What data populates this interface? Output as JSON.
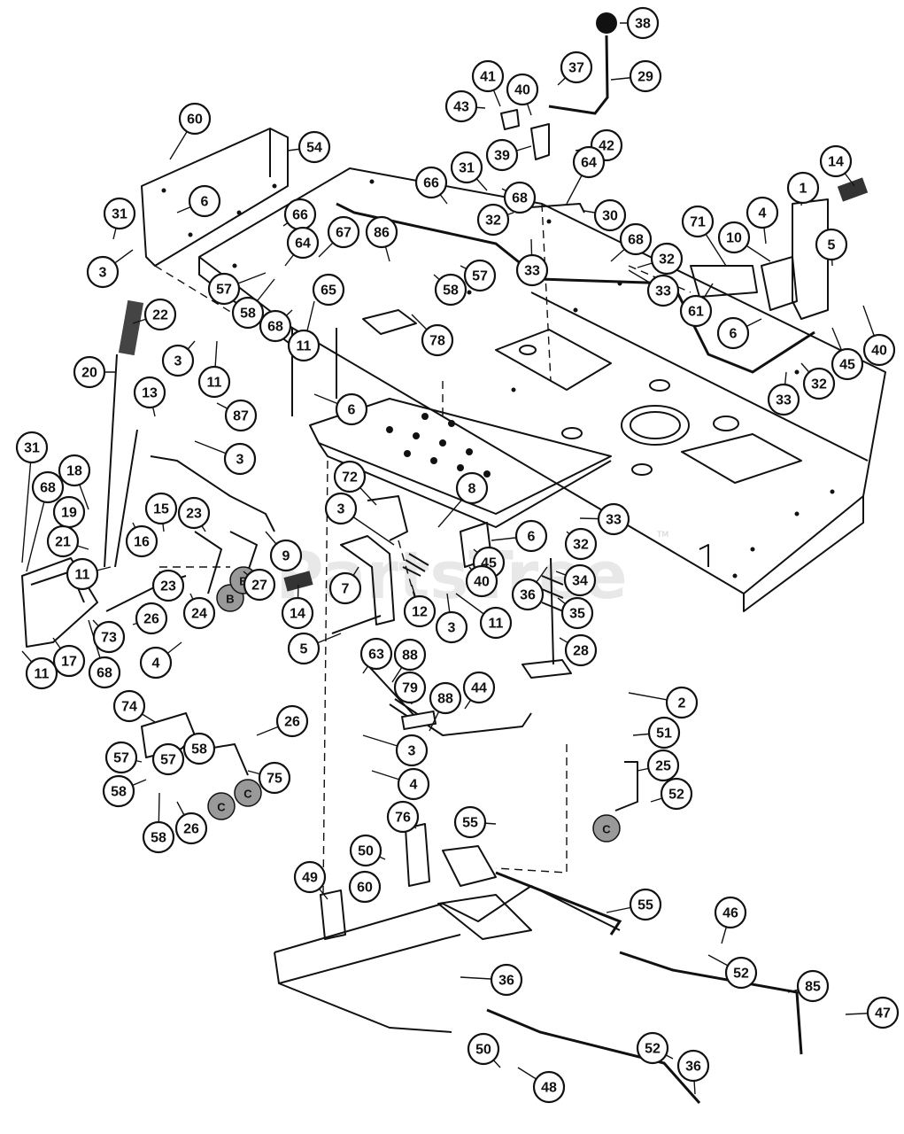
{
  "watermark": {
    "text": "PartsTree",
    "trademark": "TM"
  },
  "letter_markers": [
    "B",
    "B",
    "C",
    "C",
    "C"
  ],
  "callouts": [
    "38",
    "37",
    "29",
    "41",
    "40",
    "43",
    "39",
    "42",
    "60",
    "54",
    "6",
    "31",
    "3",
    "14",
    "1",
    "4",
    "10",
    "5",
    "64",
    "66",
    "31",
    "68",
    "30",
    "32",
    "33",
    "66",
    "64",
    "67",
    "86",
    "57",
    "57",
    "58",
    "65",
    "58",
    "68",
    "11",
    "78",
    "71",
    "61",
    "68",
    "32",
    "33",
    "6",
    "40",
    "45",
    "32",
    "33",
    "22",
    "3",
    "11",
    "20",
    "6",
    "87",
    "13",
    "3",
    "31",
    "18",
    "68",
    "19",
    "21",
    "11",
    "15",
    "23",
    "16",
    "23",
    "9",
    "24",
    "27",
    "26",
    "17",
    "68",
    "73",
    "11",
    "4",
    "72",
    "8",
    "3",
    "7",
    "14",
    "6",
    "45",
    "40",
    "32",
    "33",
    "34",
    "36",
    "12",
    "11",
    "3",
    "35",
    "5",
    "28",
    "63",
    "88",
    "79",
    "88",
    "44",
    "3",
    "4",
    "2",
    "51",
    "25",
    "52",
    "74",
    "26",
    "57",
    "57",
    "58",
    "58",
    "75",
    "58",
    "26",
    "76",
    "55",
    "50",
    "60",
    "49",
    "55",
    "46",
    "52",
    "36",
    "85",
    "47",
    "50",
    "52",
    "48",
    "36",
    "50"
  ]
}
